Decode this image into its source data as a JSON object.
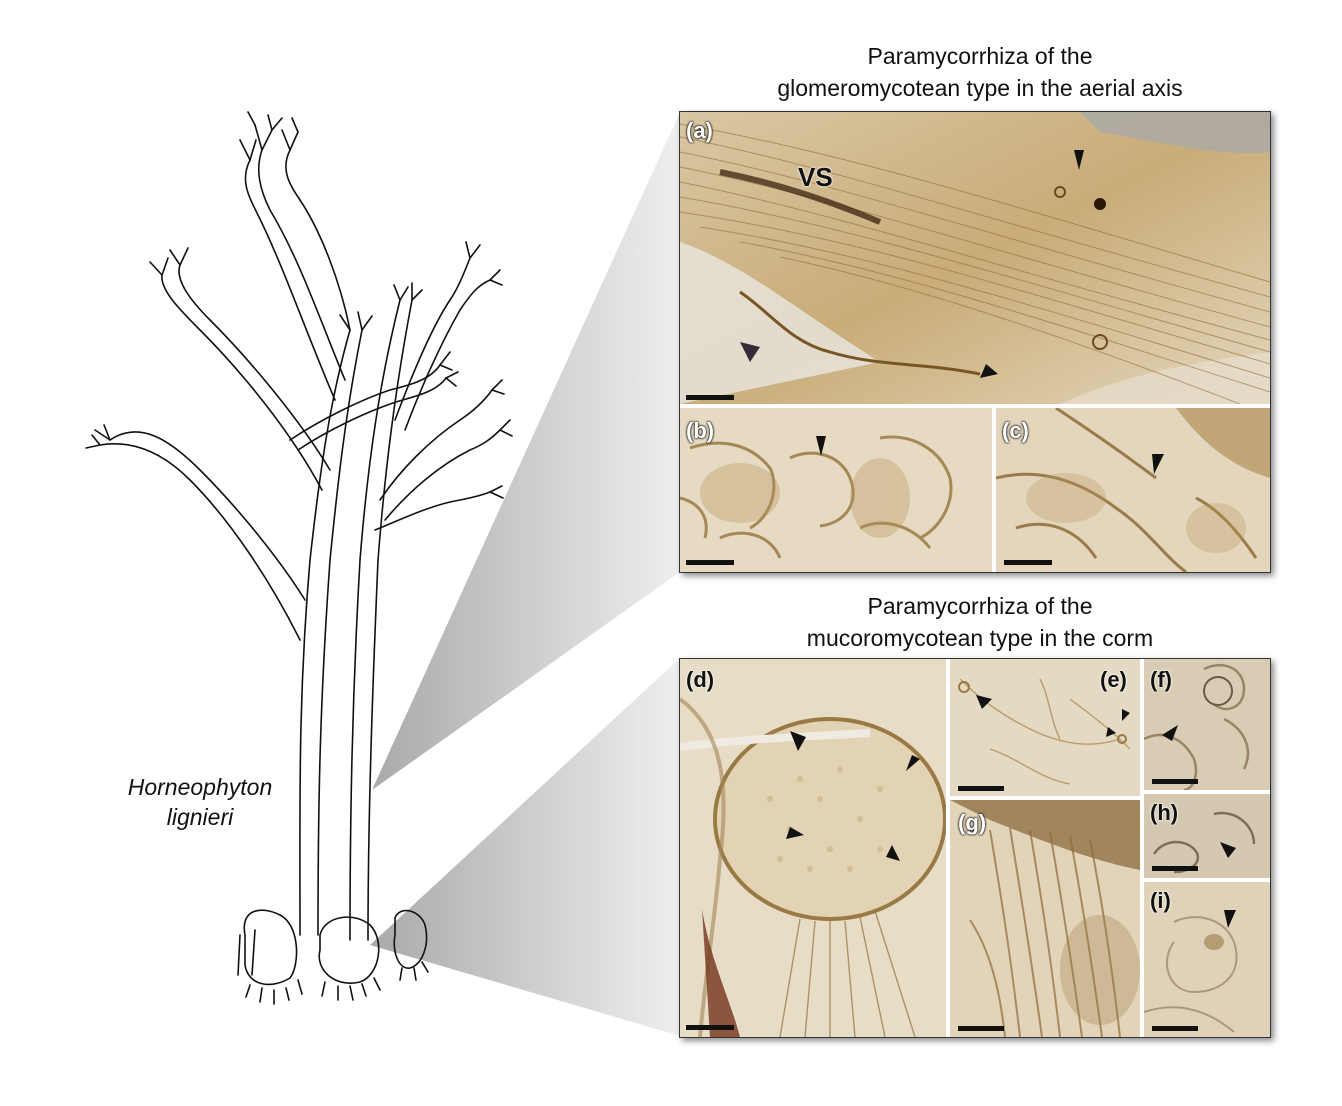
{
  "species": {
    "line1": "Horneophyton",
    "line2": "lignieri"
  },
  "top_section": {
    "title_line1": "Paramycorrhiza of the",
    "title_line2": "glomeromycotean type in the aerial axis",
    "panels": {
      "a": "(a)",
      "b": "(b)",
      "c": "(c)"
    },
    "annotation_vs": "VS"
  },
  "bottom_section": {
    "title_line1": "Paramycorrhiza of the",
    "title_line2": "mucoromycotean type in the corm",
    "panels": {
      "d": "(d)",
      "e": "(e)",
      "f": "(f)",
      "g": "(g)",
      "h": "(h)",
      "i": "(i)"
    }
  },
  "colors": {
    "micrograph_base": "#e8dcc4",
    "stain": "#9a7a44",
    "arrowhead": "#111111"
  }
}
